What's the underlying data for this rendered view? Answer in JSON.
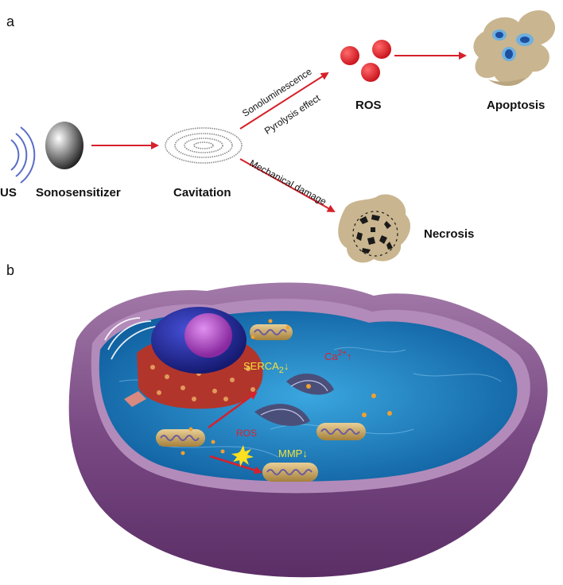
{
  "panel_a": {
    "letter": "a",
    "nodes": {
      "us": "US",
      "sonosensitizer": "Sonosensitizer",
      "cavitation": "Cavitation",
      "ros": "ROS",
      "apoptosis": "Apoptosis",
      "necrosis": "Necrosis"
    },
    "edges": {
      "sonoluminescence": "Sonoluminescence",
      "pyrolysis": "Pyrolysis effect",
      "mechanical": "Mechanical damage"
    }
  },
  "panel_b": {
    "letter": "b",
    "labels": {
      "serca": "SERCA",
      "serca_sub": "2",
      "serca_arrow": "↓",
      "ca": "Ca",
      "ca_sup": "2+",
      "ca_arrow": "↑",
      "ros": "ROS",
      "mmp": "MMP",
      "mmp_arrow": "↓"
    }
  },
  "colors": {
    "arrow": "#d6202a",
    "ros_dot": "#e0202a",
    "cell_tan": "#c9b58f",
    "membrane": "#8a5590",
    "cytoplasm": "#1d86c9",
    "er": "#b2352c",
    "nucleus": "#2430a0",
    "nucleolus": "#b04ac0",
    "yellow_label": "#f4e23a"
  }
}
